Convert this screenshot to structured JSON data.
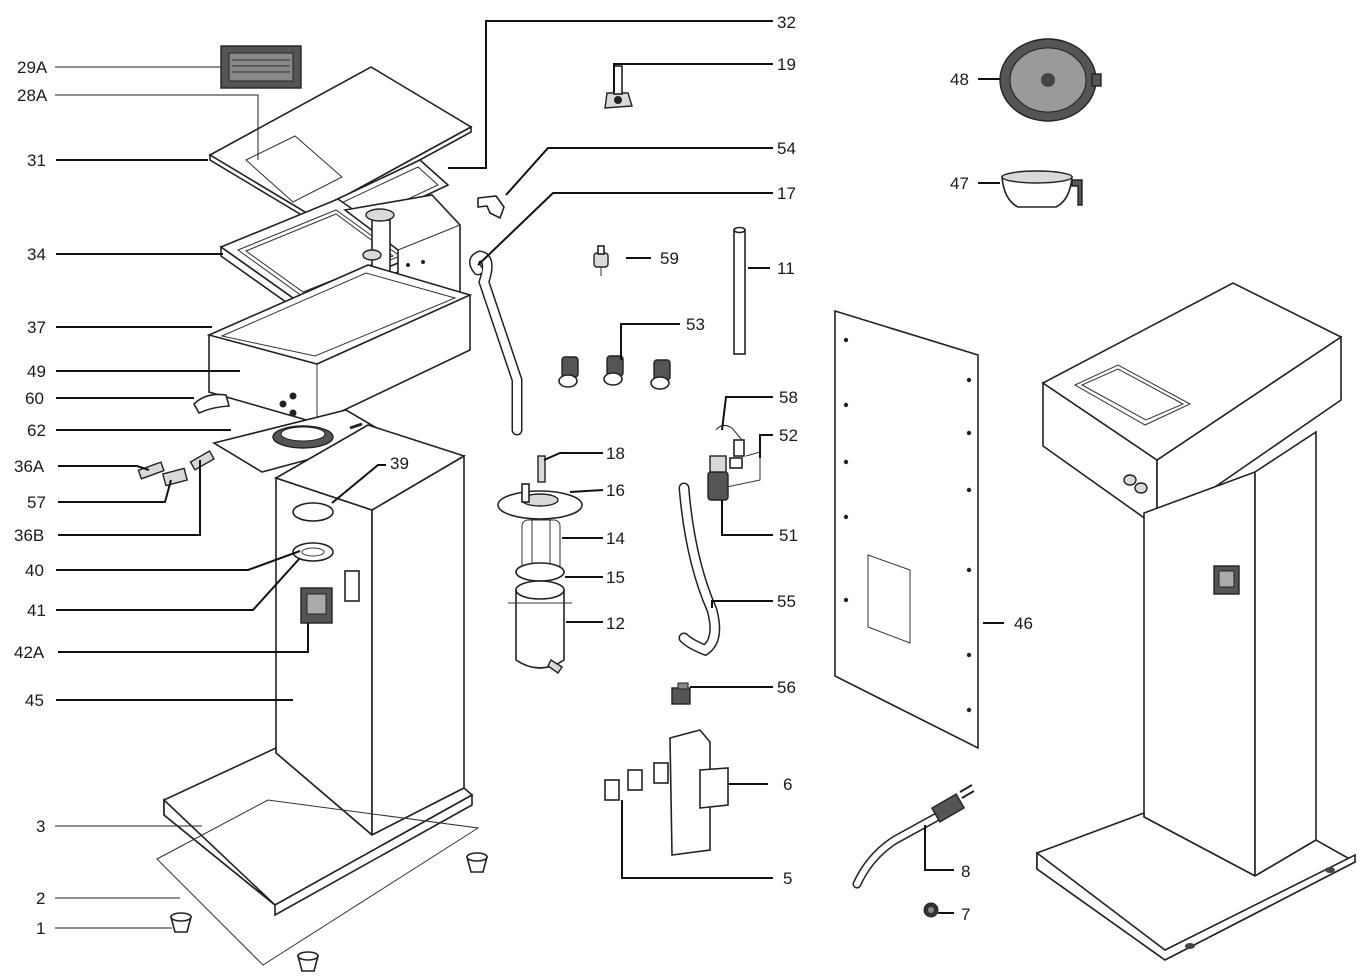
{
  "callouts": [
    {
      "id": "c29A",
      "text": "29A"
    },
    {
      "id": "c28A",
      "text": "28A"
    },
    {
      "id": "c31",
      "text": "31"
    },
    {
      "id": "c34",
      "text": "34"
    },
    {
      "id": "c37",
      "text": "37"
    },
    {
      "id": "c49",
      "text": "49"
    },
    {
      "id": "c60",
      "text": "60"
    },
    {
      "id": "c62",
      "text": "62"
    },
    {
      "id": "c36A",
      "text": "36A"
    },
    {
      "id": "c57",
      "text": "57"
    },
    {
      "id": "c36B",
      "text": "36B"
    },
    {
      "id": "c40",
      "text": "40"
    },
    {
      "id": "c41",
      "text": "41"
    },
    {
      "id": "c42A",
      "text": "42A"
    },
    {
      "id": "c45",
      "text": "45"
    },
    {
      "id": "c3",
      "text": "3"
    },
    {
      "id": "c2",
      "text": "2"
    },
    {
      "id": "c1",
      "text": "1"
    },
    {
      "id": "c39",
      "text": "39"
    },
    {
      "id": "c32",
      "text": "32"
    },
    {
      "id": "c19",
      "text": "19"
    },
    {
      "id": "c54",
      "text": "54"
    },
    {
      "id": "c17",
      "text": "17"
    },
    {
      "id": "c59",
      "text": "59"
    },
    {
      "id": "c11",
      "text": "11"
    },
    {
      "id": "c53",
      "text": "53"
    },
    {
      "id": "c58",
      "text": "58"
    },
    {
      "id": "c52",
      "text": "52"
    },
    {
      "id": "c18",
      "text": "18"
    },
    {
      "id": "c16",
      "text": "16"
    },
    {
      "id": "c14",
      "text": "14"
    },
    {
      "id": "c15",
      "text": "15"
    },
    {
      "id": "c12",
      "text": "12"
    },
    {
      "id": "c51",
      "text": "51"
    },
    {
      "id": "c55",
      "text": "55"
    },
    {
      "id": "c56",
      "text": "56"
    },
    {
      "id": "c6",
      "text": "6"
    },
    {
      "id": "c5",
      "text": "5"
    },
    {
      "id": "c48",
      "text": "48"
    },
    {
      "id": "c47",
      "text": "47"
    },
    {
      "id": "c46",
      "text": "46"
    },
    {
      "id": "c8",
      "text": "8"
    },
    {
      "id": "c7",
      "text": "7"
    }
  ]
}
